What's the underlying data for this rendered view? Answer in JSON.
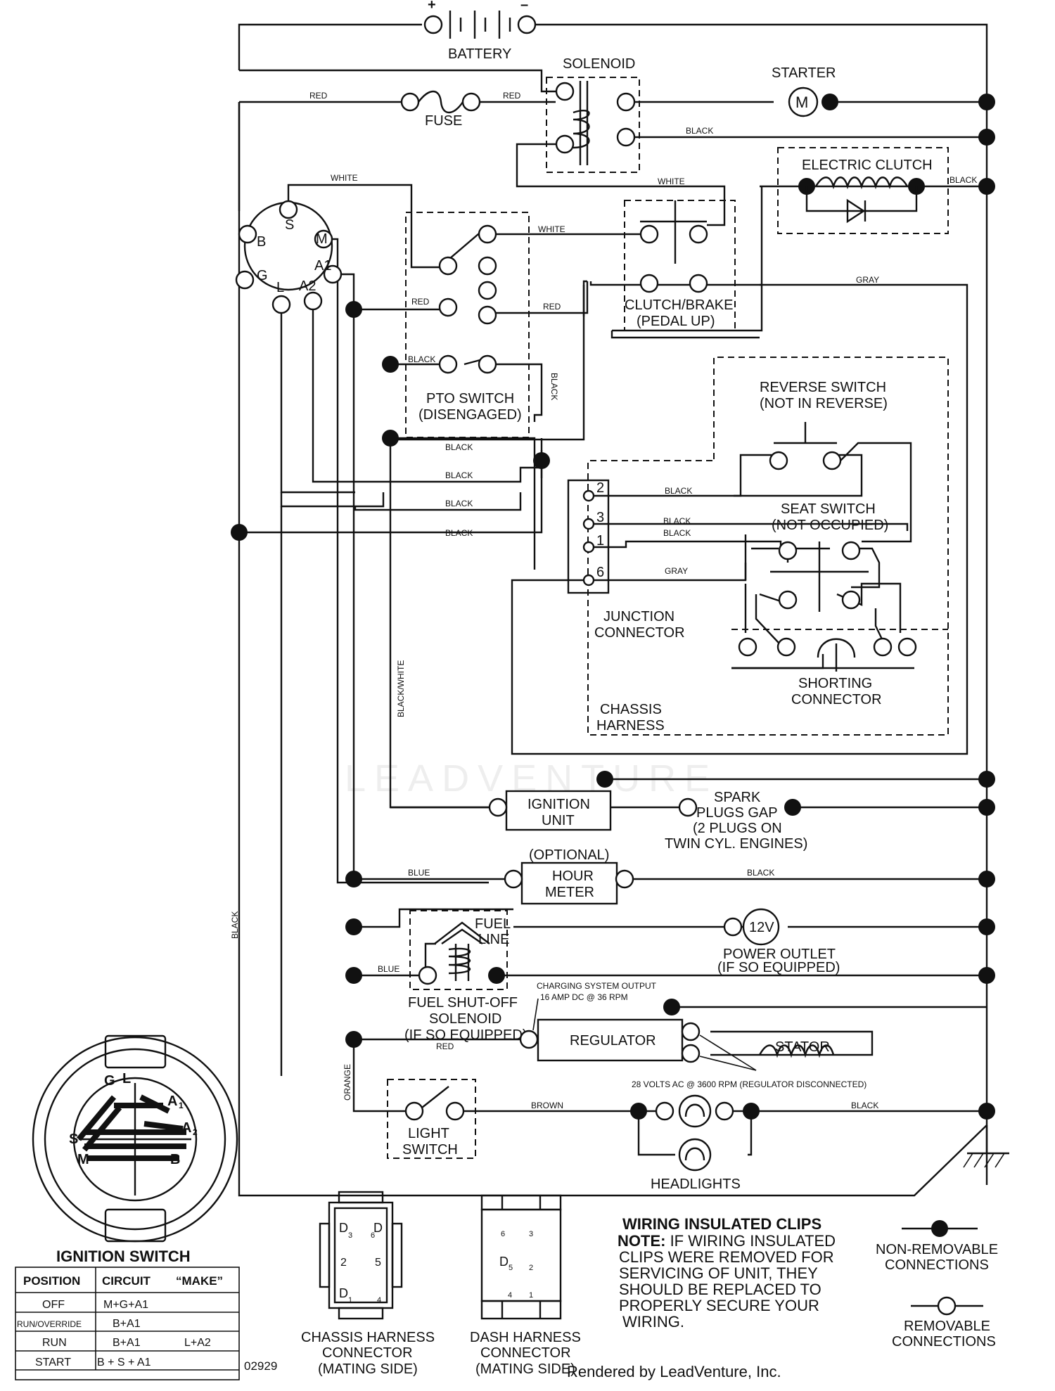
{
  "doc_id": "02929",
  "watermark": "LEADVENTURE",
  "credit": "Rendered by LeadVenture, Inc.",
  "components": {
    "battery": "BATTERY",
    "battery_pos": "+",
    "battery_neg": "–",
    "solenoid": "SOLENOID",
    "starter": "STARTER",
    "starter_symbol": "M",
    "fuse": "FUSE",
    "electric_clutch": "ELECTRIC CLUTCH",
    "clutch_brake_1": "CLUTCH/BRAKE",
    "clutch_brake_2": "(PEDAL UP)",
    "pto_switch_1": "PTO SWITCH",
    "pto_switch_2": "(DISENGAGED)",
    "reverse_switch_1": "REVERSE SWITCH",
    "reverse_switch_2": "(NOT IN REVERSE)",
    "seat_switch_1": "SEAT SWITCH",
    "seat_switch_2": "(NOT OCCUPIED)",
    "junction_connector_1": "JUNCTION",
    "junction_connector_2": "CONNECTOR",
    "shorting_connector_1": "SHORTING",
    "shorting_connector_2": "CONNECTOR",
    "chassis_harness_1": "CHASSIS",
    "chassis_harness_2": "HARNESS",
    "ignition_unit_1": "IGNITION",
    "ignition_unit_2": "UNIT",
    "spark_plugs_1": "SPARK",
    "spark_plugs_2": "PLUGS GAP",
    "spark_plugs_3": "(2 PLUGS ON",
    "spark_plugs_4": "TWIN CYL. ENGINES)",
    "hour_meter_opt": "(OPTIONAL)",
    "hour_meter_1": "HOUR",
    "hour_meter_2": "METER",
    "fuel_line_1": "FUEL",
    "fuel_line_2": "LINE",
    "power_outlet_symbol": "12V",
    "power_outlet_1": "POWER OUTLET",
    "power_outlet_2": "(IF SO EQUIPPED)",
    "fuel_solenoid_1": "FUEL SHUT-OFF",
    "fuel_solenoid_2": "SOLENOID",
    "fuel_solenoid_3": "(IF SO EQUIPPED)",
    "charging_1": "CHARGING SYSTEM OUTPUT",
    "charging_2": "16 AMP DC @ 36 RPM",
    "regulator": "REGULATOR",
    "stator": "STATOR",
    "stator_note": "28 VOLTS AC @ 3600 RPM (REGULATOR DISCONNECTED)",
    "light_switch_1": "LIGHT",
    "light_switch_2": "SWITCH",
    "headlights": "HEADLIGHTS"
  },
  "ignition_terminals": {
    "s": "S",
    "m": "M",
    "b": "B",
    "a1": "A1",
    "g": "G",
    "l": "L",
    "a2": "A2"
  },
  "junction_pins": {
    "p2": "2",
    "p3": "3",
    "p1": "1",
    "p6": "6"
  },
  "wire_labels": {
    "red": "RED",
    "white": "WHITE",
    "black": "BLACK",
    "gray": "GRAY",
    "blue": "BLUE",
    "orange": "ORANGE",
    "brown": "BROWN",
    "black_white": "BLACK/WHITE"
  },
  "ignition_switch_graphic": {
    "title": "IGNITION SWITCH",
    "g": "G",
    "l": "L",
    "a": "A",
    "sub1": "1",
    "sub2": "2",
    "s": "S",
    "m": "M",
    "b": "B"
  },
  "ignition_table": {
    "headers": [
      "POSITION",
      "CIRCUIT",
      "“MAKE”"
    ],
    "rows": [
      {
        "position": "OFF",
        "circuit": "M+G+A1",
        "make": ""
      },
      {
        "position": "RUN/OVERRIDE",
        "circuit": "B+A1",
        "make": ""
      },
      {
        "position": "RUN",
        "circuit": "B+A1",
        "make": "L+A2"
      },
      {
        "position": "START",
        "circuit": "B + S + A1",
        "make": ""
      }
    ]
  },
  "connectors": {
    "chassis_1": "CHASSIS HARNESS",
    "chassis_2": "CONNECTOR",
    "chassis_3": "(MATING SIDE)",
    "dash_1": "DASH HARNESS",
    "dash_2": "CONNECTOR",
    "dash_3": "(MATING SIDE)",
    "chassis_pins": [
      "D",
      "3",
      "6",
      "2",
      "5",
      "D",
      "1",
      "4"
    ],
    "dash_pins": [
      "6",
      "3",
      "D",
      "5",
      "2",
      "4",
      "1"
    ]
  },
  "clips_note": {
    "title": "WIRING INSULATED CLIPS",
    "note_label": "NOTE:",
    "line1": " IF WIRING INSULATED",
    "line2": "CLIPS WERE REMOVED FOR",
    "line3": "SERVICING OF UNIT, THEY",
    "line4": "SHOULD BE REPLACED TO",
    "line5": "PROPERLY SECURE YOUR",
    "line6": "WIRING."
  },
  "legend": {
    "non_removable_1": "NON-REMOVABLE",
    "non_removable_2": "CONNECTIONS",
    "removable_1": "REMOVABLE",
    "removable_2": "CONNECTIONS"
  }
}
